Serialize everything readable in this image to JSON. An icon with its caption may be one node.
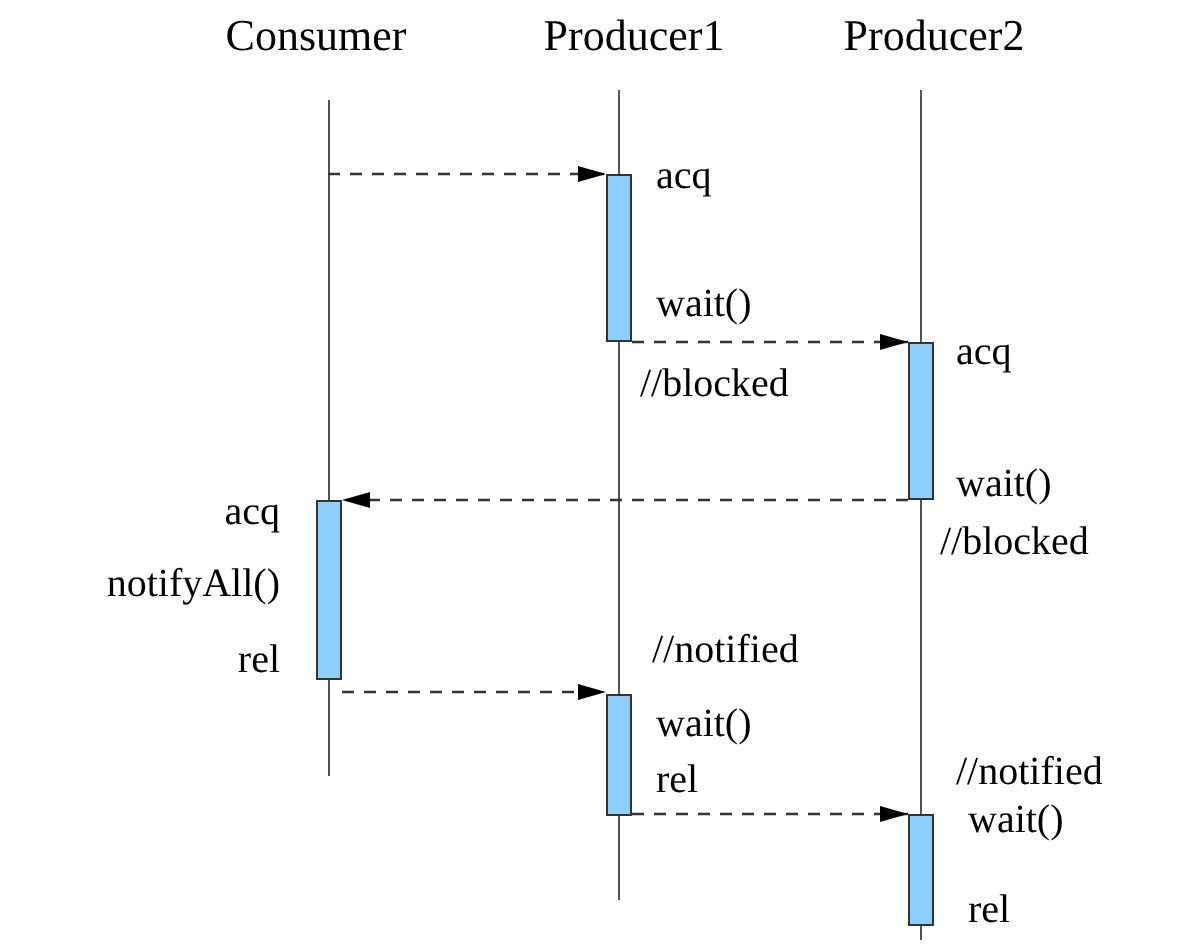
{
  "diagram": {
    "nodes": [
      {
        "text": [
          "Consumer"
        ]
      },
      {
        "text": [
          "Producer1"
        ]
      },
      {
        "text": [
          "Producer2"
        ]
      },
      {
        "text": [],
        "shape": "bar",
        "in": 1,
        "beside": [
          "acq",
          "wait()",
          "//blocked"
        ]
      },
      {
        "text": [],
        "shape": "bar",
        "in": 2,
        "beside": [
          "acq",
          "wait()",
          "//blocked"
        ]
      },
      {
        "text": [],
        "shape": "bar",
        "in": 0,
        "beside": [
          "acq",
          "notifyAll()",
          "rel"
        ]
      },
      {
        "text": [],
        "shape": "bar",
        "in": 1,
        "beside": [
          "//notified",
          "wait()",
          "rel"
        ]
      },
      {
        "text": [],
        "shape": "bar",
        "in": 2,
        "beside": [
          "//notified",
          "wait()",
          "rel"
        ]
      }
    ],
    "edges": [
      {
        "from": 0,
        "to": 3,
        "arrow": "to",
        "style": "dashed"
      },
      {
        "from": 3,
        "to": 4,
        "arrow": "to",
        "style": "dashed"
      },
      {
        "from": 4,
        "to": 5,
        "arrow": "to",
        "style": "dashed"
      },
      {
        "from": 5,
        "to": 6,
        "arrow": "to",
        "style": "dashed"
      },
      {
        "from": 6,
        "to": 7,
        "arrow": "to",
        "style": "dashed"
      }
    ]
  }
}
